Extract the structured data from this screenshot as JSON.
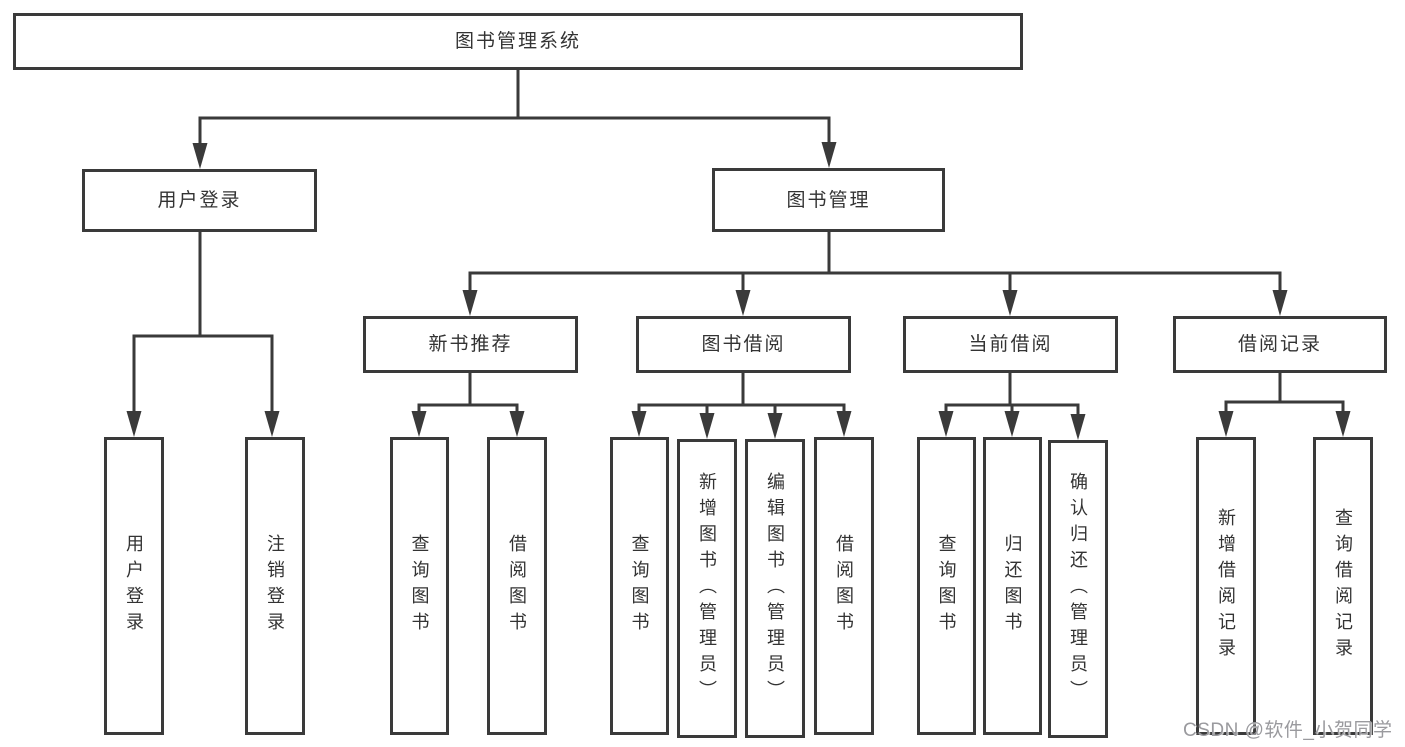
{
  "colors": {
    "line": "#3a3a3a",
    "box_border": "#3a3a3a",
    "text": "#333333",
    "watermark": "#9a9a9e",
    "background": "#ffffff"
  },
  "nodes": {
    "root": "图书管理系统",
    "user_login": "用户登录",
    "book_management": "图书管理",
    "new_book_recommend": "新书推荐",
    "book_borrow": "图书借阅",
    "current_borrow": "当前借阅",
    "borrow_records": "借阅记录",
    "leaf_user_login": "用户登录",
    "leaf_logout": "注销登录",
    "leaf_query_books_1": "查询图书",
    "leaf_borrow_books_1": "借阅图书",
    "leaf_query_books_2": "查询图书",
    "leaf_add_books": "新增图书（管理员）",
    "leaf_edit_books": "编辑图书（管理员）",
    "leaf_borrow_books_2": "借阅图书",
    "leaf_query_books_3": "查询图书",
    "leaf_return_books": "归还图书",
    "leaf_confirm_return": "确认归还（管理员）",
    "leaf_add_borrow_record": "新增借阅记录",
    "leaf_query_borrow_record": "查询借阅记录"
  },
  "watermark": "CSDN @软件_小贺同学"
}
